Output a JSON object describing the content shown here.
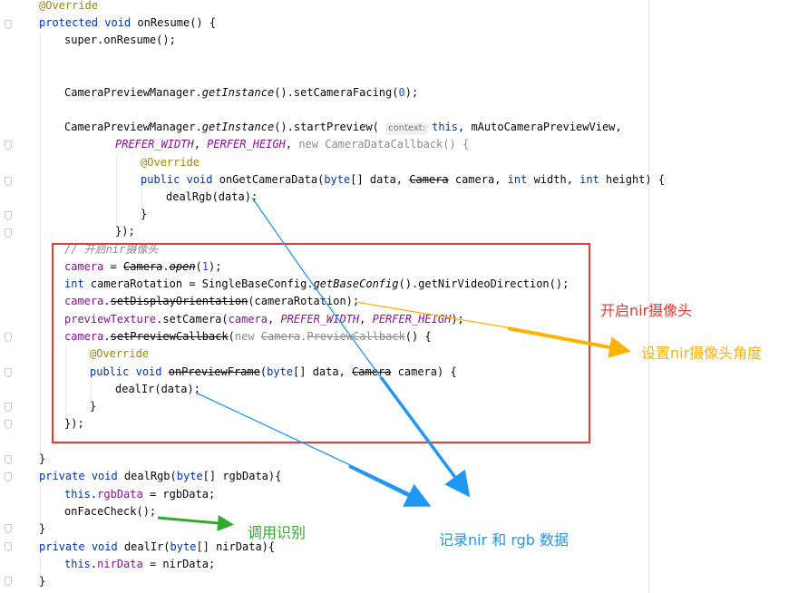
{
  "code": {
    "line_1": "@Override",
    "line_2": [
      "protected",
      "void",
      "onResume() {"
    ],
    "line_3": "super.onResume();",
    "line_6": [
      "CameraPreviewManager.",
      "getInstance",
      "().setCameraFacing(",
      "0",
      ");"
    ],
    "line_8": [
      "CameraPreviewManager.",
      "getInstance",
      "().startPreview(",
      "context:",
      "this",
      ", mAutoCameraPreviewView,"
    ],
    "line_9": [
      "PREFER_WIDTH",
      ", ",
      "PERFER_HEIGH",
      ", ",
      "new",
      " CameraDataCallback() {"
    ],
    "line_10": "@Override",
    "line_11": [
      "public",
      "void",
      "onGetCameraData(",
      "byte",
      "[] data, ",
      "Camera",
      " camera, ",
      "int",
      " width, ",
      "int",
      " height) {"
    ],
    "line_12": "dealRgb(data);",
    "line_13": "}",
    "line_14": "});",
    "line_15": "// 开启nir摄像头",
    "line_16": [
      "camera",
      " = ",
      "Camera",
      ".",
      "open",
      "(",
      "1",
      ");"
    ],
    "line_17": [
      "int",
      " cameraRotation = SingleBaseConfig.",
      "getBaseConfig",
      "().getNirVideoDirection();"
    ],
    "line_18": [
      "camera",
      ".",
      "setDisplayOrientation",
      "(cameraRotation);"
    ],
    "line_19": [
      "previewTexture",
      ".setCamera(",
      "camera",
      ", ",
      "PREFER_WIDTH",
      ", ",
      "PERFER_HEIGH",
      ");"
    ],
    "line_20": [
      "camera",
      ".",
      "setPreviewCallback",
      "(",
      "new",
      " ",
      "Camera",
      ".",
      "PreviewCallback",
      "() {"
    ],
    "line_21": "@Override",
    "line_22": [
      "public",
      "void",
      "onPreviewFrame",
      "(",
      "byte",
      "[] data, ",
      "Camera",
      " camera) {"
    ],
    "line_23": "dealIr(data);",
    "line_24": "}",
    "line_25": "});",
    "line_27": "}",
    "line_28": [
      "private",
      "void",
      "dealRgb(",
      "byte",
      "[] rgbData){"
    ],
    "line_29": [
      "this",
      ".",
      "rgbData",
      " = rgbData;"
    ],
    "line_30": "onFaceCheck();",
    "line_31": "}",
    "line_32": [
      "private",
      "void",
      "dealIr(",
      "byte",
      "[] nirData){"
    ],
    "line_33": [
      "this",
      ".",
      "nirData",
      " = nirData;"
    ],
    "line_34": "}"
  },
  "annotations": {
    "open_nir_camera": "开启nir摄像头",
    "set_nir_angle": "设置nir摄像头角度",
    "call_recognition": "调用识别",
    "record_data": "记录nir 和 rgb 数据"
  },
  "colors": {
    "highlight_box": "#e53935",
    "annotation_red": "#e53935",
    "annotation_orange": "#ffb300",
    "annotation_green": "#2eaa2e",
    "annotation_blue": "#2196f3"
  }
}
